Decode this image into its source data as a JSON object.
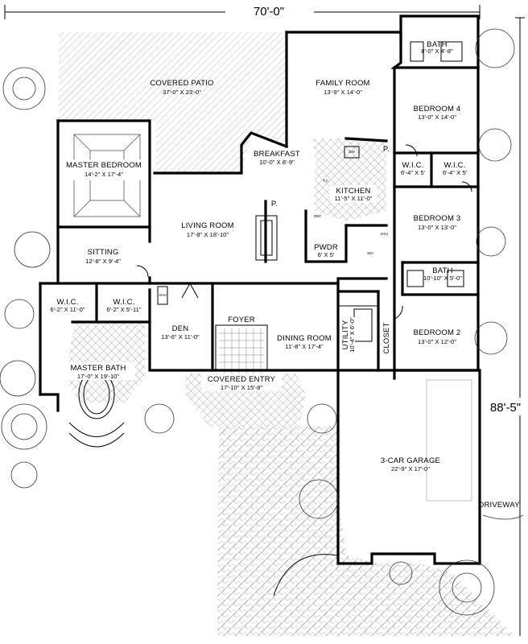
{
  "overall": {
    "width_label": "70'-0\"",
    "depth_label": "88'-5\""
  },
  "rooms": {
    "covered_patio": {
      "name": "COVERED PATIO",
      "dims": "37'-0\" X 23'-0\""
    },
    "family_room": {
      "name": "FAMILY ROOM",
      "dims": "13'-9\" X 14'-0\""
    },
    "bath_top": {
      "name": "BATH",
      "dims": "8'-0\" X 4'-8\""
    },
    "bedroom4": {
      "name": "BEDROOM 4",
      "dims": "13'-0\" X 14'-0\""
    },
    "master_bedroom": {
      "name": "MASTER BEDROOM",
      "dims": "14'-2\" X 17'-4\""
    },
    "breakfast": {
      "name": "BREAKFAST",
      "dims": "10'-0\" X 8'-9\""
    },
    "wic_bed4_left": {
      "name": "W.I.C.",
      "dims": "6'-4\" X 5'"
    },
    "wic_bed4_right": {
      "name": "W.I.C.",
      "dims": "6'-4\" X 5'"
    },
    "kitchen": {
      "name": "KITCHEN",
      "dims": "11'-5\" X 11'-0\""
    },
    "living_room": {
      "name": "LIVING ROOM",
      "dims": "17'-8\" X 18'-10\""
    },
    "bedroom3": {
      "name": "BEDROOM 3",
      "dims": "13'-0\" X 13'-0\""
    },
    "sitting": {
      "name": "SITTING",
      "dims": "12'-8\" X 9'-4\""
    },
    "pwdr": {
      "name": "PWDR",
      "dims": "6' X 5'"
    },
    "bath_mid": {
      "name": "BATH",
      "dims": "10'-10\" X 5'-0\""
    },
    "wic_master_left": {
      "name": "W.I.C.",
      "dims": "6'-2\" X 11'-0\""
    },
    "wic_master_right": {
      "name": "W.I.C.",
      "dims": "6'-2\" X 5'-11\""
    },
    "foyer": {
      "name": "FOYER",
      "dims": ""
    },
    "den": {
      "name": "DEN",
      "dims": "13'-6\" X 11'-0\""
    },
    "dining_room": {
      "name": "DINING ROOM",
      "dims": "11'-8\" X 17'-4\""
    },
    "utility": {
      "name": "UTILITY",
      "dims": "10'-4\" X 6'-0\""
    },
    "closet": {
      "name": "CLOSET",
      "dims": ""
    },
    "bedroom2": {
      "name": "BEDROOM 2",
      "dims": "13'-0\" X 12'-0\""
    },
    "master_bath": {
      "name": "MASTER BATH",
      "dims": "17'-0\" X 19'-10\""
    },
    "covered_entry": {
      "name": "COVERED ENTRY",
      "dims": "17'-10\" X 15'-8\""
    },
    "garage": {
      "name": "3-CAR GARAGE",
      "dims": "22'-9\" X 17'-0\""
    },
    "driveway": {
      "name": "DRIVEWAY",
      "dims": ""
    }
  },
  "fixtures": {
    "pantry_1": "P.",
    "pantry_2": "P.",
    "ahu_1": "AHU",
    "ahu_2": "AHU",
    "ref": "REF.",
    "dw": "DW",
    "wh": "WH",
    "tc": "T.C."
  }
}
